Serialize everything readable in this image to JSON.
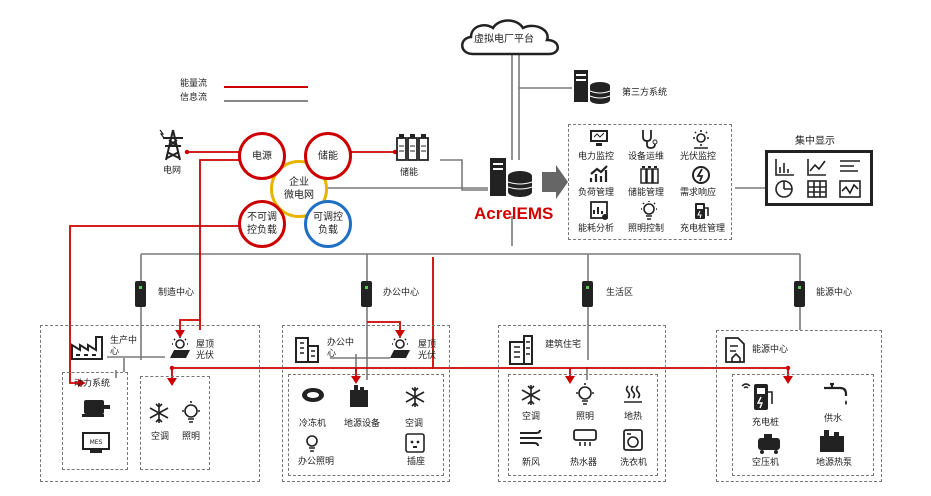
{
  "cloud": {
    "label": "虚拟电厂平台"
  },
  "third_party": {
    "label": "第三方系统"
  },
  "legend": {
    "energy": "能量流",
    "info": "信息流"
  },
  "grid": {
    "label": "电网"
  },
  "storage": {
    "label": "储能"
  },
  "brand": {
    "label": "AcrelEMS"
  },
  "microgrid": {
    "center": "企业\n微电网",
    "source": "电源",
    "storage": "储能",
    "uncontrollable": "不可调\n控负载",
    "controllable": "可调控\n负载"
  },
  "ems_functions": [
    "电力监控",
    "设备运维",
    "光伏监控",
    "负荷管理",
    "储能管理",
    "需求响应",
    "能耗分析",
    "照明控制",
    "充电桩管理"
  ],
  "display": {
    "title": "集中显示"
  },
  "nodes": [
    "制造中心",
    "办公中心",
    "生活区",
    "能源中心"
  ],
  "manufacturing": {
    "production": "生产中\n心",
    "pv": "屋顶\n光伏",
    "power_system": "动力系统",
    "mes": "MES",
    "ac": "空调",
    "lighting": "照明"
  },
  "office": {
    "office_center": "办公中\n心",
    "pv": "屋顶\n光伏",
    "chiller": "冷冻机",
    "ground": "地源设备",
    "ac": "空调",
    "lighting": "办公照明",
    "socket": "插座"
  },
  "living": {
    "building": "建筑住宅",
    "ac": "空调",
    "lighting": "照明",
    "floorheat": "地热",
    "fresh": "新风",
    "water_heater": "热水器",
    "washer": "洗衣机"
  },
  "energy": {
    "center": "能源中心",
    "charger": "充电桩",
    "water": "供水",
    "compressor": "空压机",
    "heatpump": "地源热泵"
  },
  "colors": {
    "energy": "#cc0000",
    "info": "#777777",
    "gold": "#e8b400",
    "blue": "#1f6fc4"
  }
}
